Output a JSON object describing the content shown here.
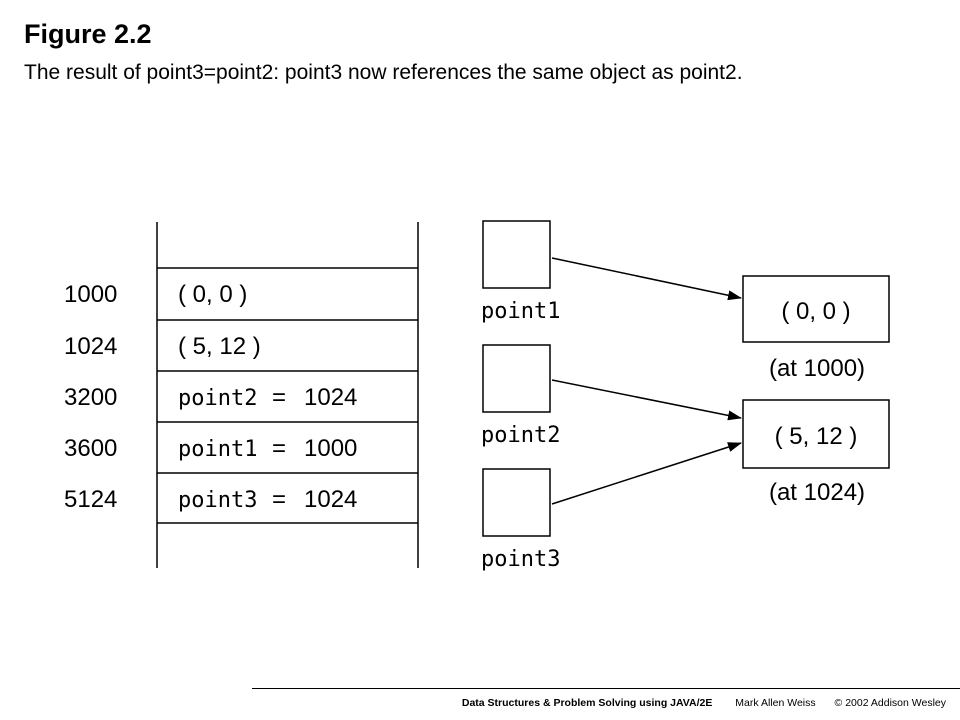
{
  "figure": {
    "title": "Figure 2.2",
    "caption": "The result of point3=point2: point3 now references the same object as point2."
  },
  "memory": {
    "rows": [
      {
        "address": "1000",
        "content": "( 0, 0 )"
      },
      {
        "address": "1024",
        "content": "( 5, 12 )"
      },
      {
        "address": "3200",
        "var": "point2",
        "eq": "=",
        "value": "1024"
      },
      {
        "address": "3600",
        "var": "point1",
        "eq": "=",
        "value": "1000"
      },
      {
        "address": "5124",
        "var": "point3",
        "eq": "=",
        "value": "1024"
      }
    ]
  },
  "references": {
    "boxes": [
      {
        "label": "point1"
      },
      {
        "label": "point2"
      },
      {
        "label": "point3"
      }
    ],
    "objects": [
      {
        "value": "( 0, 0 )",
        "location": "(at 1000)"
      },
      {
        "value": "( 5, 12 )",
        "location": "(at 1024)"
      }
    ]
  },
  "footer": {
    "book": "Data Structures & Problem Solving using JAVA/2E",
    "author": "Mark Allen Weiss",
    "copyright": "© 2002  Addison Wesley"
  }
}
